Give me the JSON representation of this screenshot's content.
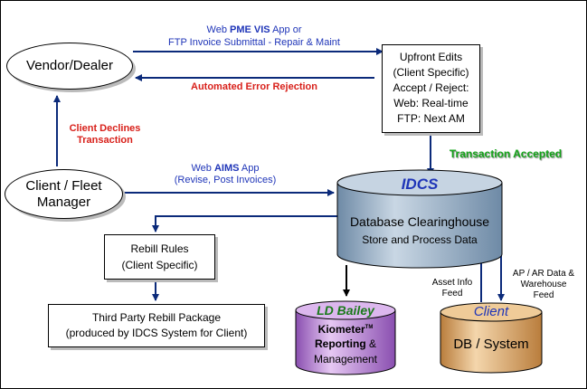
{
  "nodes": {
    "vendor": "Vendor/Dealer",
    "client_fleet": [
      "Client / Fleet",
      "Manager"
    ],
    "upfront": [
      "Upfront Edits",
      "(Client Specific)",
      "Accept / Reject:",
      "Web: Real-time",
      "FTP: Next AM"
    ],
    "rebill_rules": [
      "Rebill Rules",
      "(Client Specific)"
    ],
    "third_party": [
      "Third Party Rebill Package",
      "(produced by IDCS System for Client)"
    ]
  },
  "idcs": {
    "title": "IDCS",
    "line1": "Database Clearinghouse",
    "line2": "Store and Process Data"
  },
  "ld_bailey": {
    "title": "LD Bailey",
    "kiometer": "Kiometer",
    "tm": "TM",
    "reporting": "Reporting",
    "amp": "&",
    "management": "Management"
  },
  "client_db": {
    "title": "Client",
    "subtitle": "DB / System"
  },
  "edge_labels": {
    "web_pme_prefix": "Web ",
    "web_pme_bold": "PME VIS",
    "web_pme_suffix": " App or",
    "ftp_invoice": "FTP Invoice Submittal - Repair & Maint",
    "auto_error": "Automated Error Rejection",
    "client_declines": [
      "Client Declines",
      "Transaction"
    ],
    "transaction_accepted": "Transaction Accepted",
    "web_aims_prefix": "Web ",
    "web_aims_bold": "AIMS",
    "web_aims_suffix": " App",
    "revise_post": "(Revise, Post Invoices)",
    "asset_info": [
      "Asset Info",
      "Feed"
    ],
    "ap_ar": [
      "AP / AR Data &",
      "Warehouse",
      "Feed"
    ]
  },
  "colors": {
    "blue_text": "#1f35b8",
    "red_text": "#d8201a",
    "green_text": "#13a418",
    "arrow": "#0b2a7a",
    "idcs_cylinder": "#8fa7bd",
    "ld_bailey_cylinder": "#b27bd0",
    "client_cylinder": "#d9a76a"
  }
}
